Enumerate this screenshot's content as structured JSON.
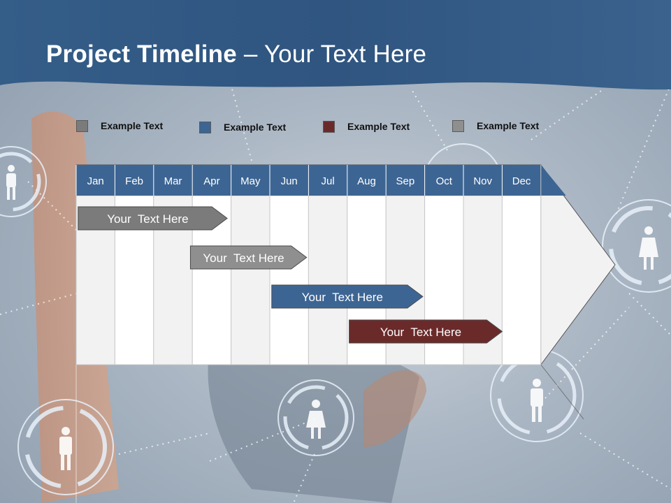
{
  "title": {
    "bold": "Project Timeline",
    "rest": " – Your Text Here"
  },
  "legend": [
    {
      "label": "Example Text",
      "color": "#7b7b7b"
    },
    {
      "label": "Example Text",
      "color": "#3d6593"
    },
    {
      "label": "Example Text",
      "color": "#6b2a2a"
    },
    {
      "label": "Example Text",
      "color": "#8f8f8f"
    }
  ],
  "chart_data": {
    "type": "gantt",
    "months": [
      "Jan",
      "Feb",
      "Mar",
      "Apr",
      "May",
      "Jun",
      "Jul",
      "Aug",
      "Sep",
      "Oct",
      "Nov",
      "Dec"
    ],
    "tasks": [
      {
        "label": "Your  Text Here",
        "start_month": 1.05,
        "end_month": 4.9,
        "color": "#7b7b7b"
      },
      {
        "label": "Your  Text Here",
        "start_month": 3.95,
        "end_month": 6.95,
        "color": "#8f8f8f"
      },
      {
        "label": "Your  Text Here",
        "start_month": 6.05,
        "end_month": 9.95,
        "color": "#3d6593"
      },
      {
        "label": "Your  Text Here",
        "start_month": 8.05,
        "end_month": 12.0,
        "color": "#6b2a2a"
      }
    ],
    "colors": {
      "header": "#3d6593",
      "column_light": "#f2f2f2",
      "column_white": "#ffffff"
    }
  }
}
